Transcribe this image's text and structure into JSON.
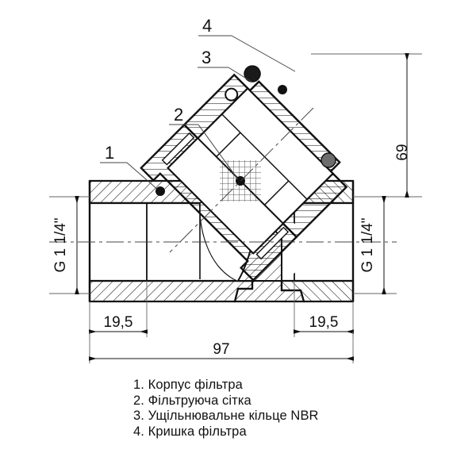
{
  "drawing": {
    "title": "Y-strainer sectional drawing",
    "background_color": "#ffffff",
    "line_color": "#111111",
    "thin_line_color": "#3a3a3a",
    "dimensions": {
      "height_label": "69",
      "total_length_label": "97",
      "left_thread_depth_label": "19,5",
      "right_thread_depth_label": "19,5",
      "left_port_label": "G 1 1/4\"",
      "right_port_label": "G 1 1/4\""
    },
    "callouts": [
      {
        "id": "callout-1",
        "label": "1"
      },
      {
        "id": "callout-2",
        "label": "2"
      },
      {
        "id": "callout-3",
        "label": "3"
      },
      {
        "id": "callout-4",
        "label": "4"
      }
    ]
  },
  "legend": {
    "items": [
      {
        "label": "1. Корпус фільтра"
      },
      {
        "label": "2. Фільтруюча сітка"
      },
      {
        "label": "3. Ущільнювальне кільце NBR"
      },
      {
        "label": "4. Кришка фільтра"
      }
    ]
  }
}
